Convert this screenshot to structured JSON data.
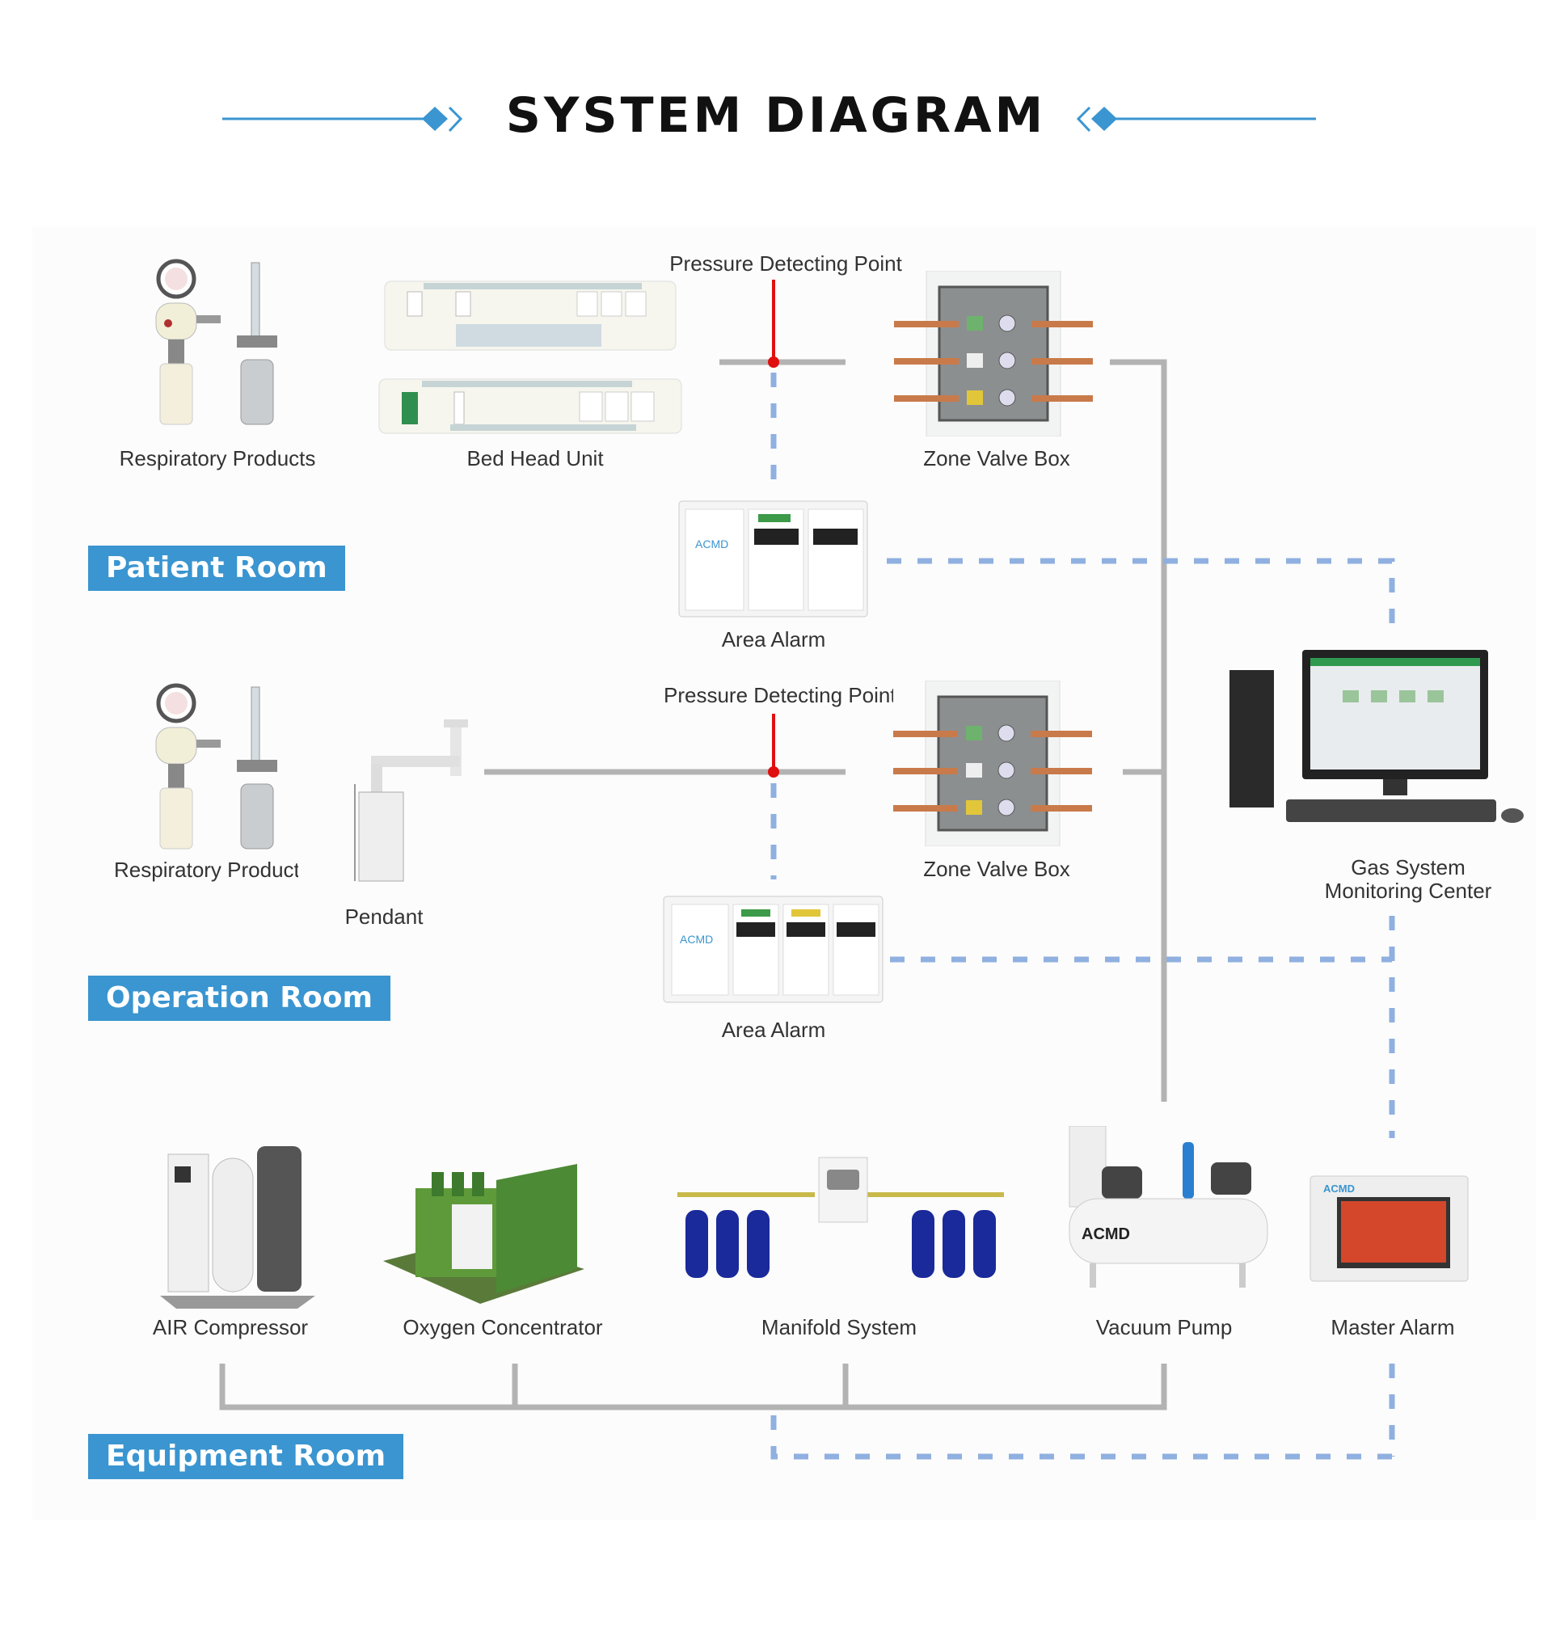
{
  "title": "SYSTEM DIAGRAM",
  "colors": {
    "accent": "#3a95d0",
    "pipe": "#b3b3b3",
    "signal": "#8fb0e0",
    "pressure": "#e01010",
    "text": "#333333"
  },
  "rooms": {
    "patient": "Patient Room",
    "operation": "Operation Room",
    "equipment": "Equipment Room"
  },
  "patient_room": {
    "respiratory": "Respiratory Products",
    "bed_head": "Bed Head Unit",
    "pressure_point": "Pressure Detecting Point",
    "zone_valve": "Zone Valve Box",
    "area_alarm": "Area Alarm"
  },
  "operation_room": {
    "respiratory": "Respiratory Products",
    "pendant": "Pendant",
    "pressure_point": "Pressure Detecting Point",
    "zone_valve": "Zone Valve Box",
    "area_alarm": "Area Alarm"
  },
  "monitoring": {
    "line1": "Gas System",
    "line2": "Monitoring Center"
  },
  "equipment_room": {
    "air_compressor": "AIR Compressor",
    "oxygen_concentrator": "Oxygen Concentrator",
    "manifold": "Manifold System",
    "vacuum_pump": "Vacuum Pump",
    "master_alarm": "Master Alarm"
  }
}
